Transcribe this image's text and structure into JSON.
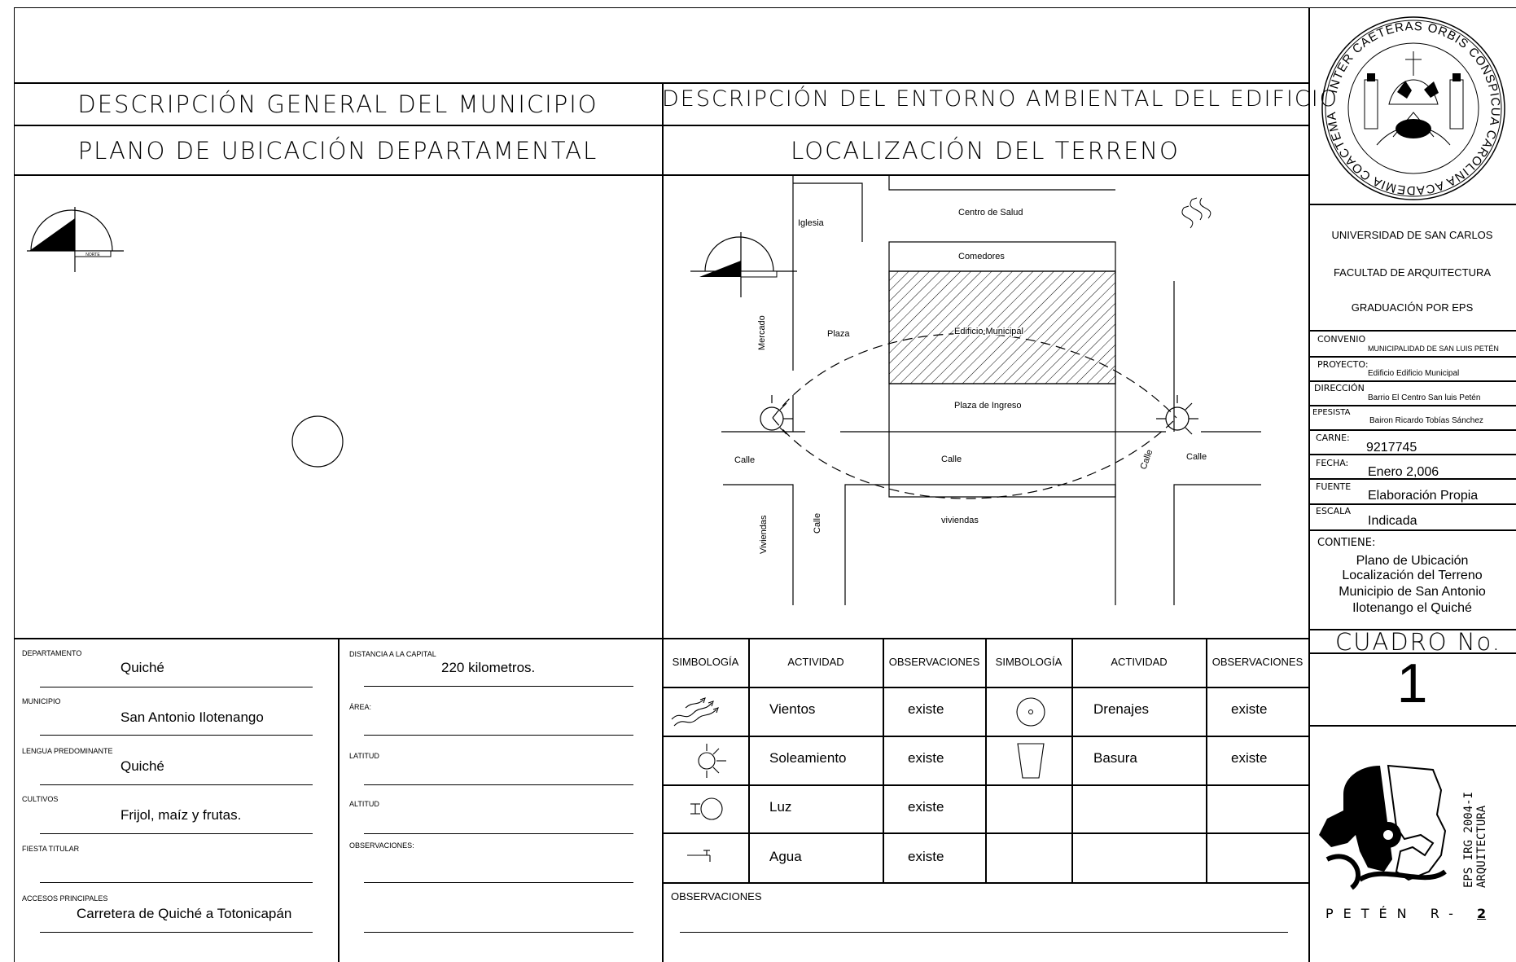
{
  "titles": {
    "municipio": "DESCRIPCIÓN GENERAL DEL MUNICIPIO",
    "entorno": "DESCRIPCIÓN DEL ENTORNO AMBIENTAL DEL EDIFICIO",
    "plano": "PLANO DE UBICACIÓN DEPARTAMENTAL",
    "localizacion": "LOCALIZACIÓN DEL TERRENO"
  },
  "site_map": {
    "iglesia": "Iglesia",
    "centro_salud": "Centro de Salud",
    "comedores": "Comedores",
    "mercado": "Mercado",
    "plaza": "Plaza",
    "edificio": "Edificio Municipal",
    "plaza_ingreso": "Plaza de Ingreso",
    "calle_left": "Calle",
    "calle_center": "Calle",
    "calle_right": "Calle",
    "calle_diag": "Calle",
    "calle_vert": "Calle",
    "viviendas_left": "Viviendas",
    "viviendas_center": "viviendas"
  },
  "north_label": "NORTE",
  "municipio_info": {
    "departamento_label": "DEPARTAMENTO",
    "departamento": "Quiché",
    "municipio_label": "MUNICIPIO",
    "municipio": "San Antonio Ilotenango",
    "lengua_label": "LENGUA PREDOMINANTE",
    "lengua": "Quiché",
    "cultivos_label": "CULTIVOS",
    "cultivos": "Frijol, maíz y frutas.",
    "fiesta_label": "FIESTA TITULAR",
    "fiesta": "",
    "accesos_label": "ACCESOS PRINCIPALES",
    "accesos": "Carretera de Quiché a Totonicapán",
    "distancia_label": "DISTANCIA A LA CAPITAL",
    "distancia": "220 kilometros.",
    "area_label": "ÁREA:",
    "latitud_label": "LATITUD",
    "altitud_label": "ALTITUD",
    "observaciones_label": "OBSERVACIONES:"
  },
  "symbol_table": {
    "headers": [
      "SIMBOLOGÍA",
      "ACTIVIDAD",
      "OBSERVACIONES",
      "SIMBOLOGÍA",
      "ACTIVIDAD",
      "OBSERVACIONES"
    ],
    "rows": [
      {
        "icon": "wind-icon",
        "actividad": "Vientos",
        "obs": "existe",
        "icon2": "drain-icon",
        "actividad2": "Drenajes",
        "obs2": "existe"
      },
      {
        "icon": "sun-icon",
        "actividad": "Soleamiento",
        "obs": "existe",
        "icon2": "trash-bin-icon",
        "actividad2": "Basura",
        "obs2": "existe"
      },
      {
        "icon": "light-icon",
        "actividad": "Luz",
        "obs": "existe",
        "icon2": "",
        "actividad2": "",
        "obs2": ""
      },
      {
        "icon": "water-tap-icon",
        "actividad": "Agua",
        "obs": "existe",
        "icon2": "",
        "actividad2": "",
        "obs2": ""
      }
    ],
    "observaciones_label": "OBSERVACIONES"
  },
  "title_block": {
    "seal_text": "INTER CAETERAS ORBIS CONSPICUA CAROLINA ACADEMIA COACTEMALENSIS",
    "universidad": "UNIVERSIDAD DE SAN CARLOS",
    "facultad": "FACULTAD DE ARQUITECTURA",
    "graduacion": "GRADUACIÓN POR EPS",
    "convenio_label": "CONVENIO",
    "convenio": "MUNICIPALIDAD DE SAN LUIS PETÉN",
    "proyecto_label": "PROYECTO:",
    "proyecto": "Edificio Edificio Municipal",
    "direccion_label": "DIRECCIÓN",
    "direccion": "Barrio El Centro San luis Petén",
    "epesista_label": "EPESISTA",
    "epesista": "Bairon Ricardo Tobías Sánchez",
    "carne_label": "CARNE:",
    "carne": "9217745",
    "fecha_label": "FECHA:",
    "fecha": "Enero 2,006",
    "fuente_label": "FUENTE",
    "fuente": "Elaboración Propia",
    "escala_label": "ESCALA",
    "escala": "Indicada",
    "contiene_label": "CONTIENE:",
    "contiene_1": "Plano de Ubicación",
    "contiene_2": "Localización del Terreno",
    "contiene_3": "Municipio de San Antonio",
    "contiene_4": "Ilotenango el Quiché",
    "cuadro_label": "CUADRO No.",
    "cuadro_num": "1",
    "eps_line1": "EPS IRG 2004-I",
    "eps_line2": "ARQUITECTURA",
    "peten": "PETÉN R- ",
    "peten_mark": "2"
  }
}
